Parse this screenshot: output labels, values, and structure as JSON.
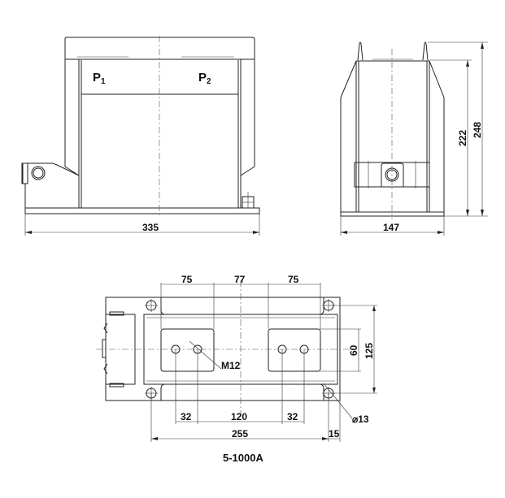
{
  "front_view": {
    "labels": {
      "p1": "P",
      "p1_sub": "1",
      "p2": "P",
      "p2_sub": "2"
    },
    "width_dim": "335"
  },
  "side_view": {
    "width_dim": "147",
    "height_dim_inner": "222",
    "height_dim_outer": "248"
  },
  "bottom_view": {
    "top_dims": [
      "75",
      "77",
      "75"
    ],
    "bottom_dims": [
      "32",
      "120",
      "32"
    ],
    "overall_dim": "255",
    "edge_dim": "15",
    "right_dims": [
      "60",
      "125"
    ],
    "thread_label": "M12",
    "hole_label": "⌀13"
  },
  "caption": "5-1000A"
}
